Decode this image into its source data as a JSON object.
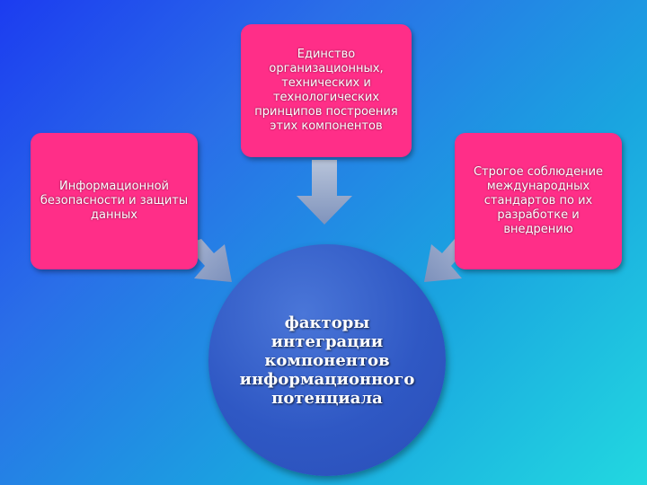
{
  "top_box": {
    "text": "Единство организационных, технических и технологических принципов построения этих компонентов"
  },
  "left_box": {
    "text": "Информационной безопасности и защиты данных"
  },
  "right_box": {
    "text": "Строгое соблюдение международных стандартов по их разработке и внедрению"
  },
  "center": {
    "text": "факторы интеграции компонентов информационного потенциала"
  },
  "colors": {
    "box": "#ff2e88",
    "circle": "#2f58c4",
    "arrow": "#8fa2c6"
  }
}
